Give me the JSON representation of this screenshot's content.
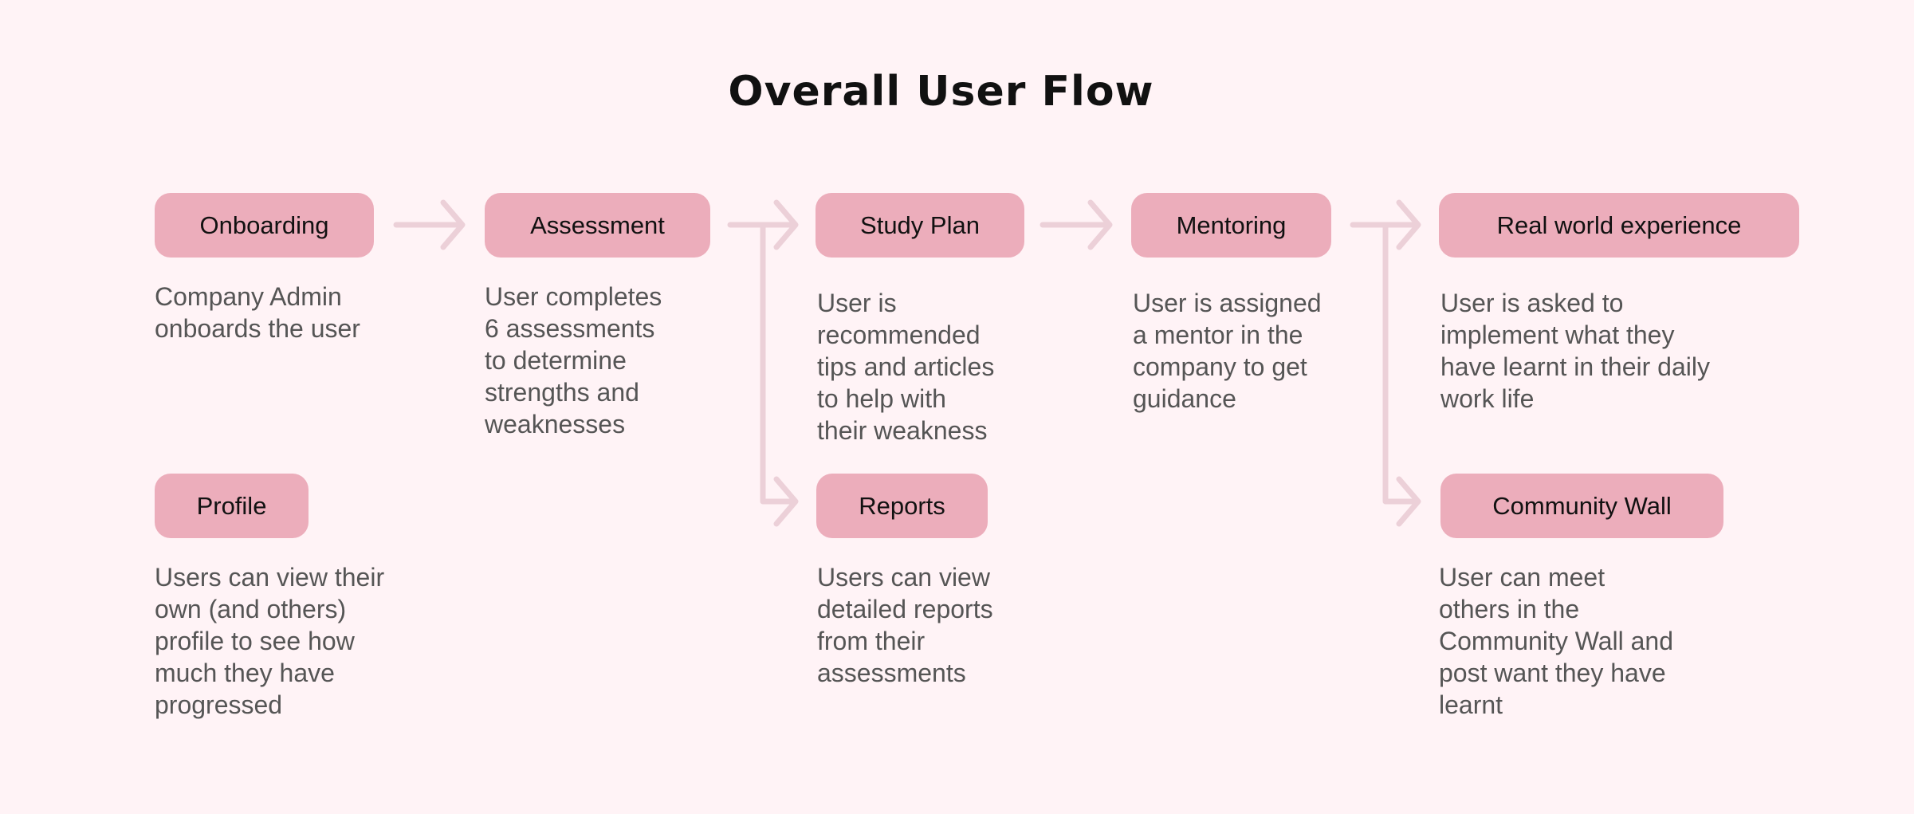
{
  "title": "Overall User Flow",
  "colors": {
    "background": "#fff3f6",
    "box": "#ecadbb",
    "arrow": "#ecd0d8",
    "text": "#555555"
  },
  "steps": [
    {
      "label": "Onboarding",
      "description": "Company Admin\nonboards the user"
    },
    {
      "label": "Assessment",
      "description": "User completes\n6 assessments\nto determine\nstrengths and\nweaknesses"
    },
    {
      "label": "Study Plan",
      "description": "User is\nrecommended\ntips and articles\nto help with\ntheir weakness"
    },
    {
      "label": "Mentoring",
      "description": "User is assigned\na mentor in the\ncompany to get\nguidance"
    },
    {
      "label": "Real world experience",
      "description": "User is asked to\nimplement what they\nhave learnt in their daily\nwork life"
    },
    {
      "label": "Profile",
      "description": "Users can view their\nown (and others)\nprofile to see how\nmuch they have\nprogressed"
    },
    {
      "label": "Reports",
      "description": "Users can view\ndetailed reports\nfrom their\nassessments"
    },
    {
      "label": "Community Wall",
      "description": "User can meet\nothers in the\nCommunity Wall and\npost want they have\nlearnt"
    }
  ]
}
